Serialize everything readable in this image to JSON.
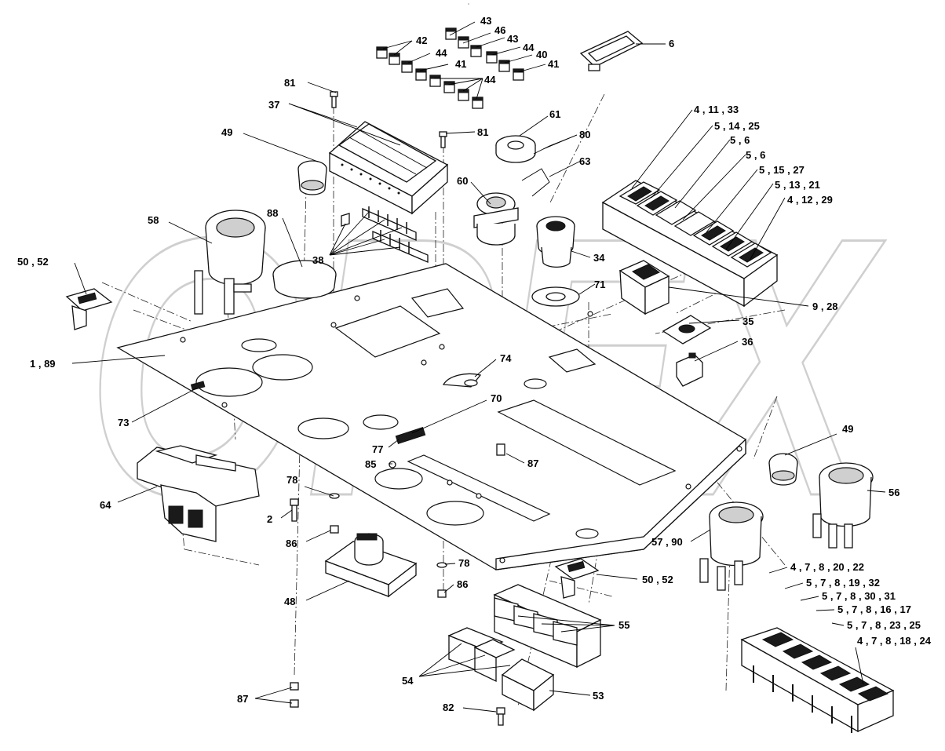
{
  "diagram": {
    "header_mark": "°",
    "watermark_text": "OPEX",
    "callouts": [
      {
        "id": "c43a",
        "text": "43"
      },
      {
        "id": "c46",
        "text": "46"
      },
      {
        "id": "c42",
        "text": "42"
      },
      {
        "id": "c43b",
        "text": "43"
      },
      {
        "id": "c44a",
        "text": "44"
      },
      {
        "id": "c44b",
        "text": "44"
      },
      {
        "id": "c40",
        "text": "40"
      },
      {
        "id": "c41a",
        "text": "41"
      },
      {
        "id": "c41b",
        "text": "41"
      },
      {
        "id": "c44c",
        "text": "44"
      },
      {
        "id": "c6",
        "text": "6"
      },
      {
        "id": "c81a",
        "text": "81"
      },
      {
        "id": "c37",
        "text": "37"
      },
      {
        "id": "c81b",
        "text": "81"
      },
      {
        "id": "c61",
        "text": "61"
      },
      {
        "id": "c80",
        "text": "80"
      },
      {
        "id": "c49a",
        "text": "49"
      },
      {
        "id": "c63",
        "text": "63"
      },
      {
        "id": "c4_11_33",
        "text": "4 , 11 , 33"
      },
      {
        "id": "c5_14_25",
        "text": "5 , 14 , 25"
      },
      {
        "id": "c5_6a",
        "text": "5 , 6"
      },
      {
        "id": "c5_6b",
        "text": "5 , 6"
      },
      {
        "id": "c5_15_27",
        "text": "5 , 15 , 27"
      },
      {
        "id": "c5_13_21",
        "text": "5 , 13 , 21"
      },
      {
        "id": "c4_12_29",
        "text": "4 , 12 , 29"
      },
      {
        "id": "c60",
        "text": "60"
      },
      {
        "id": "c58",
        "text": "58"
      },
      {
        "id": "c88",
        "text": "88"
      },
      {
        "id": "c38",
        "text": "38"
      },
      {
        "id": "c34",
        "text": "34"
      },
      {
        "id": "c50_52a",
        "text": "50 , 52"
      },
      {
        "id": "c71",
        "text": "71"
      },
      {
        "id": "c9_28",
        "text": "9 , 28"
      },
      {
        "id": "c35",
        "text": "35"
      },
      {
        "id": "c36",
        "text": "36"
      },
      {
        "id": "c1_89",
        "text": "1 , 89"
      },
      {
        "id": "c74",
        "text": "74"
      },
      {
        "id": "c70",
        "text": "70"
      },
      {
        "id": "c73",
        "text": "73"
      },
      {
        "id": "c77",
        "text": "77"
      },
      {
        "id": "c85",
        "text": "85"
      },
      {
        "id": "c87a",
        "text": "87"
      },
      {
        "id": "c49b",
        "text": "49"
      },
      {
        "id": "c56",
        "text": "56"
      },
      {
        "id": "c64",
        "text": "64"
      },
      {
        "id": "c78a",
        "text": "78"
      },
      {
        "id": "c2",
        "text": "2"
      },
      {
        "id": "c86a",
        "text": "86"
      },
      {
        "id": "c57_90",
        "text": "57 , 90"
      },
      {
        "id": "c78b",
        "text": "78"
      },
      {
        "id": "c50_52b",
        "text": "50 , 52"
      },
      {
        "id": "c48",
        "text": "48"
      },
      {
        "id": "c86b",
        "text": "86"
      },
      {
        "id": "c4_7_8_20_22",
        "text": "4 , 7 , 8 , 20 , 22"
      },
      {
        "id": "c5_7_8_19_32",
        "text": "5 , 7 , 8 , 19 , 32"
      },
      {
        "id": "c5_7_8_30_31",
        "text": "5 , 7 , 8 , 30 , 31"
      },
      {
        "id": "c5_7_8_16_17",
        "text": "5 , 7 , 8 , 16 , 17"
      },
      {
        "id": "c5_7_8_23_25",
        "text": "5 , 7 , 8 , 23 , 25"
      },
      {
        "id": "c4_7_8_18_24",
        "text": "4 , 7 , 8 , 18 , 24"
      },
      {
        "id": "c55",
        "text": "55"
      },
      {
        "id": "c54",
        "text": "54"
      },
      {
        "id": "c53",
        "text": "53"
      },
      {
        "id": "c87b",
        "text": "87"
      },
      {
        "id": "c82",
        "text": "82"
      }
    ]
  }
}
